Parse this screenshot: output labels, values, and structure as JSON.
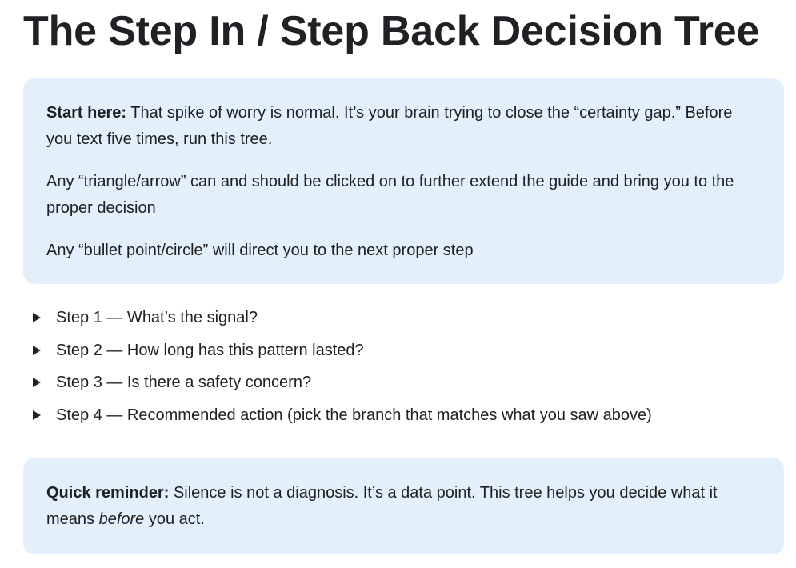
{
  "page_title": "The Step In / Step Back Decision Tree",
  "intro_callout": {
    "lead_label": "Start here:",
    "lead_text": " That spike of worry is normal. It’s your brain trying to close the “certainty gap.” Before you text five times, run this tree.",
    "paragraph_2": "Any “triangle/arrow” can and should be clicked on to further extend the guide and bring you to the proper decision",
    "paragraph_3": "Any “bullet point/circle” will direct you to the next proper step"
  },
  "steps": [
    {
      "label": "Step 1 — What’s the signal?"
    },
    {
      "label": "Step 2 — How long has this pattern lasted?"
    },
    {
      "label": "Step 3 — Is there a safety concern?"
    },
    {
      "label": "Step 4 — Recommended action (pick the branch that matches what you saw above)"
    }
  ],
  "reminder_callout": {
    "lead_label": "Quick reminder:",
    "text_before": " Silence is not a diagnosis. It’s a data point. This tree helps you decide what it means ",
    "emphasis": "before",
    "text_after": " you act."
  },
  "colors": {
    "callout_background": "#e3effa",
    "text": "#202124",
    "divider": "#dadce0"
  },
  "icons": {
    "expand_icon": "triangle-right-icon"
  }
}
